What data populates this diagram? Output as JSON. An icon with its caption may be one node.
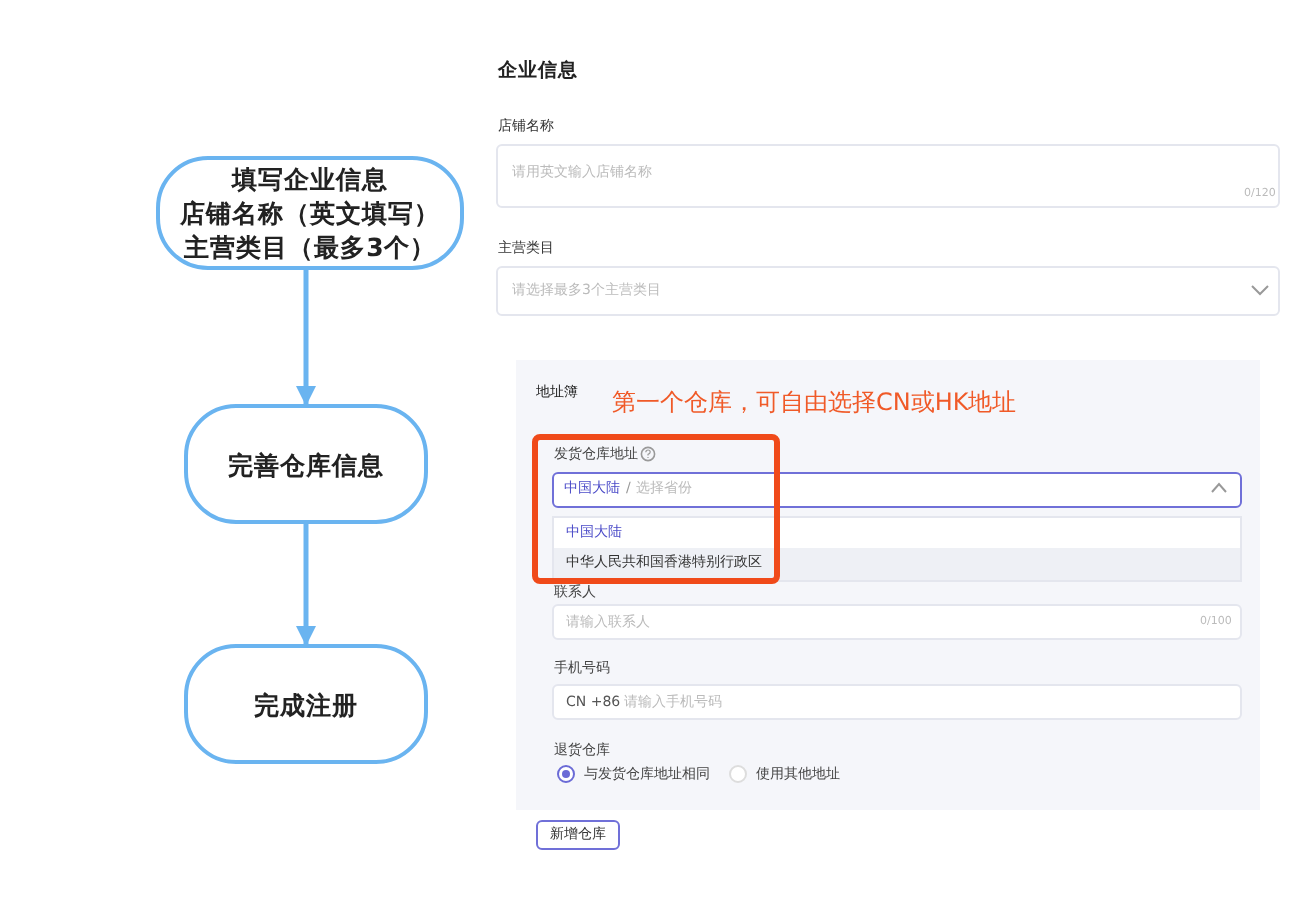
{
  "diagram": {
    "nodes": [
      {
        "text": [
          "填写企业信息",
          "店铺名称（英文填写）",
          "主营类目（最多3个）"
        ]
      },
      {
        "text": [
          "完善仓库信息"
        ]
      },
      {
        "text": [
          "完成注册"
        ]
      }
    ],
    "edges": [
      {
        "from": 0,
        "to": 1,
        "arrow": "to"
      },
      {
        "from": 1,
        "to": 2,
        "arrow": "to"
      }
    ],
    "labels": [
      "企业信息",
      "店铺名称",
      "请用英文输入店铺名称",
      "0/120",
      "主营类目",
      "请选择最多3个主营类目",
      "地址簿",
      "第一个仓库，可自由选择CN或HK地址",
      "发货仓库地址",
      "中国大陆",
      "/",
      "选择省份",
      "中国大陆",
      "中华人民共和国香港特别行政区",
      "联系人",
      "请输入联系人",
      "0/100",
      "手机号码",
      "CN +86",
      "请输入手机号码",
      "退货仓库",
      "与发货仓库地址相同",
      "使用其他地址",
      "新增仓库"
    ]
  }
}
